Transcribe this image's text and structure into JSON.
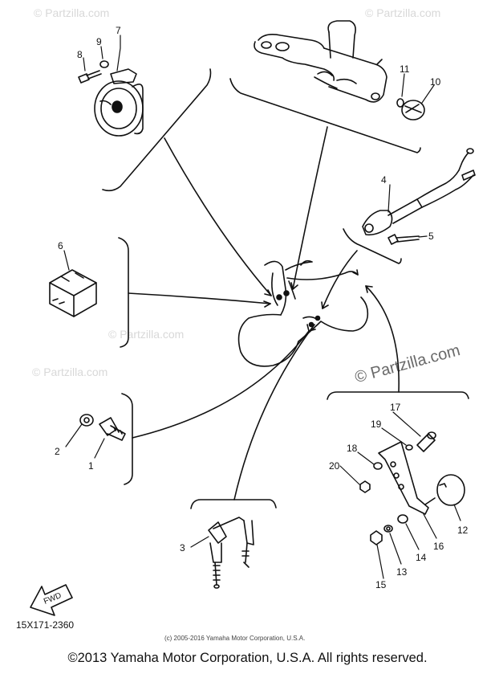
{
  "watermarks": {
    "small": "© Partzilla.com",
    "large": "© Partzilla.com"
  },
  "diagram": {
    "part_code": "15X171-2360",
    "fwd_label": "FWD",
    "callouts": [
      "1",
      "2",
      "3",
      "4",
      "5",
      "6",
      "7",
      "8",
      "9",
      "10",
      "11",
      "12",
      "13",
      "14",
      "15",
      "16",
      "17",
      "18",
      "19",
      "20"
    ]
  },
  "copyright_small": "(c) 2005-2016 Yamaha Motor Corporation, U.S.A.",
  "footer": "©2013 Yamaha Motor Corporation, U.S.A. All rights reserved."
}
